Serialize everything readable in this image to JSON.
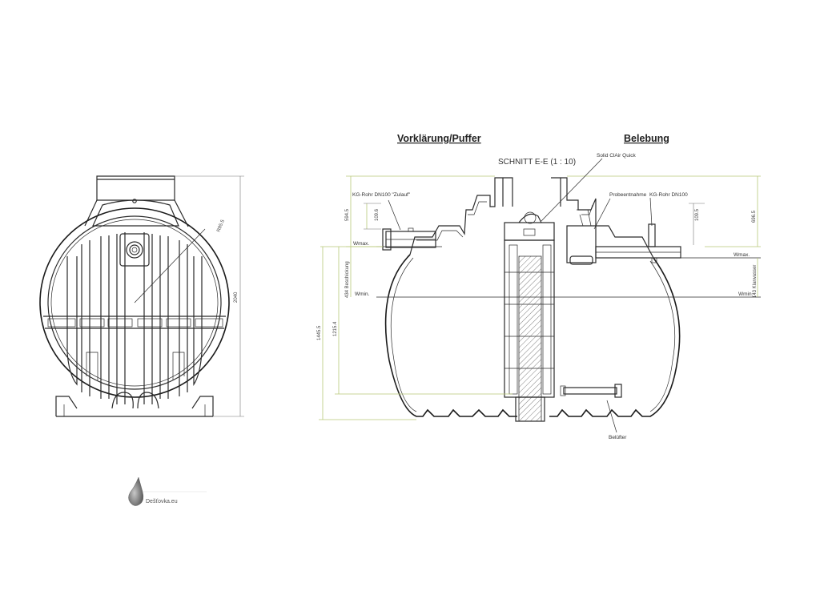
{
  "headings": {
    "pretreatment": "Vorklärung/Puffer",
    "aeration": "Belebung",
    "section": "SCHNITT E-E  (1 : 10)"
  },
  "labels": {
    "solid_clair": "Solid ClAir Quick",
    "inlet_pipe": "KG-Rohr DN100 \"Zulauf\"",
    "sampling": "Probeentnahme",
    "outlet_pipe": "KG-Rohr DN100",
    "wmax_left": "Wmax.",
    "wmin_left": "Wmin.",
    "wmax_right": "Wmax.",
    "wmin_right": "Wmin.",
    "aerator": "Belüfter",
    "loading": "434 Beschickung",
    "clear_water": "143 Klarwasser"
  },
  "dimensions": {
    "left_top": "594.5",
    "left_small": "109.6",
    "left_total": "1445.5",
    "left_mid": "1215.4",
    "right_top": "696.5",
    "right_small": "109.5",
    "front_width": "2040",
    "front_radius": "R95.5"
  },
  "logo": {
    "text": "Dešťovka.eu"
  }
}
